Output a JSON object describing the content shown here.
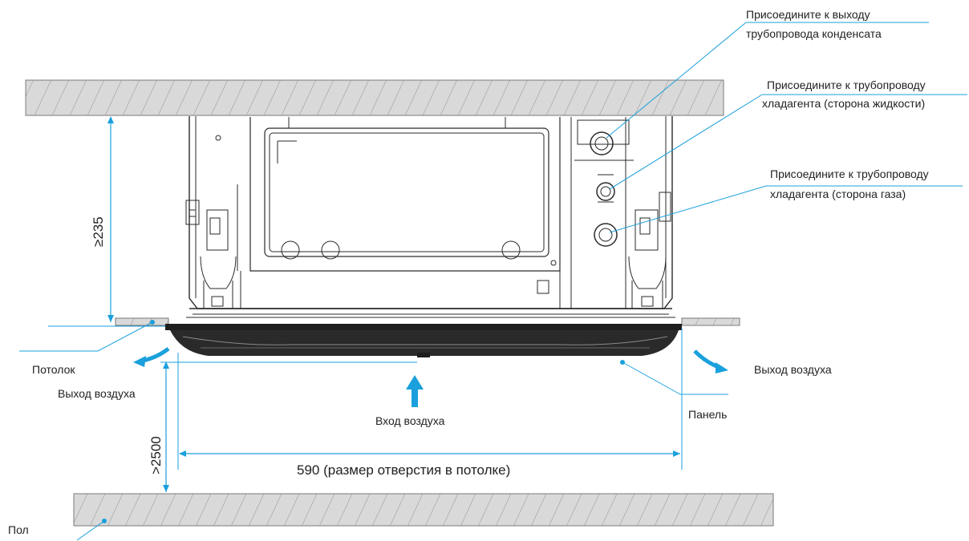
{
  "colors": {
    "accent": "#1aa0dc",
    "slab_fill": "#d9d9d9",
    "line": "#2a2a2a"
  },
  "callouts": {
    "drain_outlet_line1": "Присоедините к выходу",
    "drain_outlet_line2": "трубопровода конденсата",
    "liquid_pipe_line1": "Присоедините к трубопроводу",
    "liquid_pipe_line2": "хладагента (сторона жидкости)",
    "gas_pipe_line1": "Присоедините к трубопроводу",
    "gas_pipe_line2": "хладагента (сторона газа)"
  },
  "labels": {
    "ceiling": "Потолок",
    "air_outlet_left": "Выход воздуха",
    "air_outlet_right": "Выход воздуха",
    "air_inlet": "Вход воздуха",
    "panel": "Панель",
    "floor": "Пол"
  },
  "dimensions": {
    "clearance_above": "≥235",
    "height_above_floor": ">2500",
    "ceiling_opening": "590 (размер отверстия в потолке)"
  }
}
